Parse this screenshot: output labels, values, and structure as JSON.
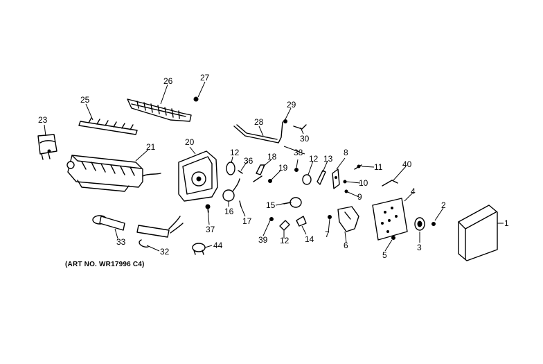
{
  "caption": "(ART NO. WR17996 C4)",
  "part_numbers": [
    "1",
    "2",
    "3",
    "4",
    "5",
    "6",
    "7",
    "8",
    "9",
    "10",
    "11",
    "12",
    "12",
    "12",
    "13",
    "14",
    "15",
    "16",
    "17",
    "18",
    "19",
    "20",
    "21",
    "23",
    "25",
    "26",
    "27",
    "28",
    "29",
    "30",
    "32",
    "33",
    "36",
    "37",
    "38",
    "39",
    "40",
    "44"
  ]
}
